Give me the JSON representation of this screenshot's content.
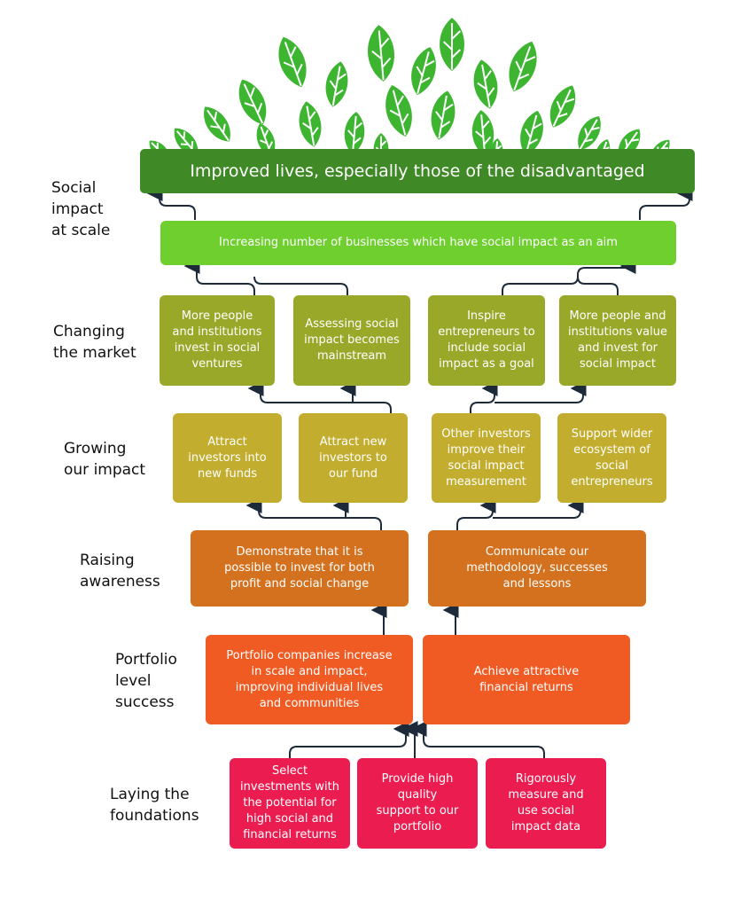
{
  "levels": {
    "social_impact": "Social\nimpact\nat scale",
    "changing_market": "Changing\nthe market",
    "growing_impact": "Growing\nour impact",
    "raising_awareness": "Raising\nawareness",
    "portfolio_success": "Portfolio\nlevel\nsuccess",
    "foundations": "Laying the\nfoundations"
  },
  "boxes": {
    "improved_lives": "Improved lives, especially those of the disadvantaged",
    "increasing_businesses": "Increasing number of businesses which have social impact as an aim",
    "market_1": "More people\nand institutions\ninvest in social\nventures",
    "market_2": "Assessing social\nimpact becomes\nmainstream",
    "market_3": "Inspire\nentrepreneurs to\ninclude social\nimpact as a goal",
    "market_4": "More people and\ninstitutions value\nand invest for\nsocial impact",
    "growing_1": "Attract\ninvestors into\nnew funds",
    "growing_2": "Attract new\ninvestors to\nour fund",
    "growing_3": "Other investors\nimprove their\nsocial impact\nmeasurement",
    "growing_4": "Support wider\necosystem of\nsocial\nentrepreneurs",
    "awareness_1": "Demonstrate that it is\npossible to invest for both\nprofit and social change",
    "awareness_2": "Communicate our\nmethodology, successes\nand lessons",
    "portfolio_1": "Portfolio companies increase\nin scale and impact,\nimproving individual lives\nand communities",
    "portfolio_2": "Achieve attractive\nfinancial returns",
    "foundation_1": "Select\ninvestments with\nthe potential for\nhigh social and\nfinancial returns",
    "foundation_2": "Provide high\nquality\nsupport to our\nportfolio",
    "foundation_3": "Rigorously\nmeasure and\nuse social\nimpact data"
  },
  "colors": {
    "dark_green": "#3f8a26",
    "bright_green": "#6fcf2e",
    "olive": "#9aa82a",
    "mustard": "#c2ad2e",
    "orange": "#d4711f",
    "red_orange": "#f05a23",
    "pink": "#eb1c50",
    "leaf": "#3db531",
    "connector": "#1c2a3a"
  },
  "icons": {
    "canopy": "tree-canopy-leaves",
    "connector": "arrow-up"
  }
}
